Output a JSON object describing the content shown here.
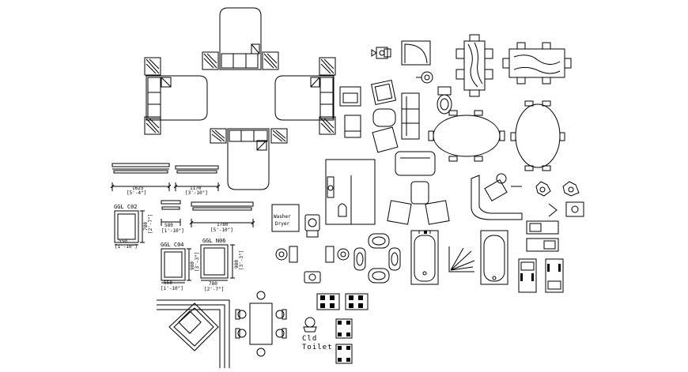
{
  "drawing": {
    "colors": {
      "ink": "#000000",
      "paper": "#ffffff"
    },
    "counters": {
      "dim_1625": "1625",
      "dim_1625_sub": "[5'-4\"]",
      "dim_1170": "1170",
      "dim_1170_sub": "[3'-10\"]",
      "dim_1780": "1780",
      "dim_1780_sub": "[5'-10\"]",
      "dim_580": "580",
      "dim_580_sub": "[1'-10\"]",
      "dim_780a": "780",
      "dim_780a_sub": "[2'-7\"]",
      "dim_550": "550",
      "dim_550_sub": "[1'-10\"]",
      "dim_980a": "980",
      "dim_980a_sub": "[3'-3\"]",
      "dim_550b": "550",
      "dim_550b_sub": "[1'-10\"]",
      "dim_980b": "980",
      "dim_980b_sub": "[3'-3\"]",
      "dim_780b": "780",
      "dim_780b_sub": "[2'-7\"]"
    },
    "labels": {
      "ggl_c02": "GGL C02",
      "ggl_c04": "GGL C04",
      "ggl_n06": "GGL N06",
      "washer_line1": "Washer",
      "washer_line2": "Dryer",
      "toilet_line1": "Cld",
      "toilet_line2": "Toilet"
    }
  }
}
